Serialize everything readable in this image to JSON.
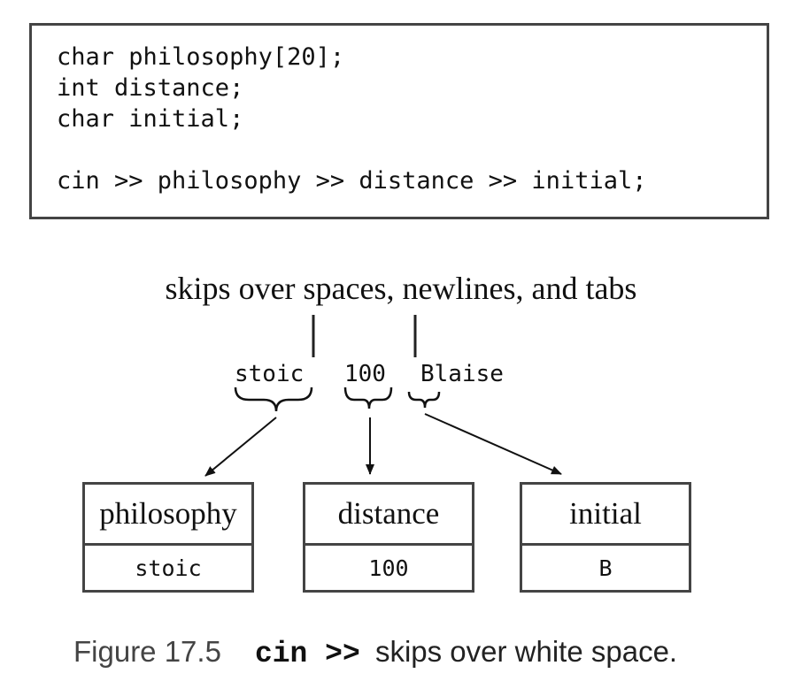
{
  "code": {
    "lines": [
      "char philosophy[20];",
      "int distance;",
      "char initial;",
      "",
      "cin >> philosophy >> distance >> initial;"
    ]
  },
  "annotation": "skips over spaces, newlines, and tabs",
  "input_tokens": [
    "stoic",
    "100",
    "Blaise"
  ],
  "variables": [
    {
      "name": "philosophy",
      "value": "stoic"
    },
    {
      "name": "distance",
      "value": "100"
    },
    {
      "name": "initial",
      "value": "B"
    }
  ],
  "figure_caption": {
    "label": "Figure 17.5",
    "code": "cin >>",
    "text": "skips over white space."
  }
}
